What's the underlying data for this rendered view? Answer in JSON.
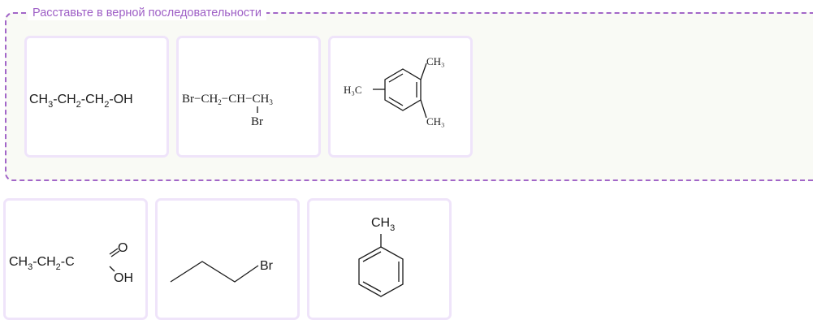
{
  "task": {
    "instruction": "Расставьте в верной последовательности"
  },
  "placed_cards": [
    {
      "id": "propanol",
      "formula": {
        "parts": [
          "CH",
          "3",
          "-CH",
          "2",
          "-CH",
          "2",
          "-OH"
        ]
      }
    },
    {
      "id": "dibromopropane",
      "formula": {
        "main": [
          "Br",
          "−CH",
          "2",
          "−CH−CH",
          "3"
        ],
        "substituent": "Br"
      }
    },
    {
      "id": "mesitylene",
      "formula": {
        "left_group": "H₃C",
        "top_group": "CH₃",
        "bottom_group": "CH₃"
      }
    }
  ],
  "pool_cards": [
    {
      "id": "propanoic-acid",
      "formula": {
        "chain": [
          "CH",
          "3",
          "-CH",
          "2",
          "-C"
        ],
        "double_bond_atom": "O",
        "single_bond_group": "OH"
      }
    },
    {
      "id": "bromopropane",
      "formula": {
        "halogen": "Br"
      }
    },
    {
      "id": "toluene",
      "formula": {
        "top_group": "CH",
        "top_group_sub": "3"
      }
    }
  ]
}
